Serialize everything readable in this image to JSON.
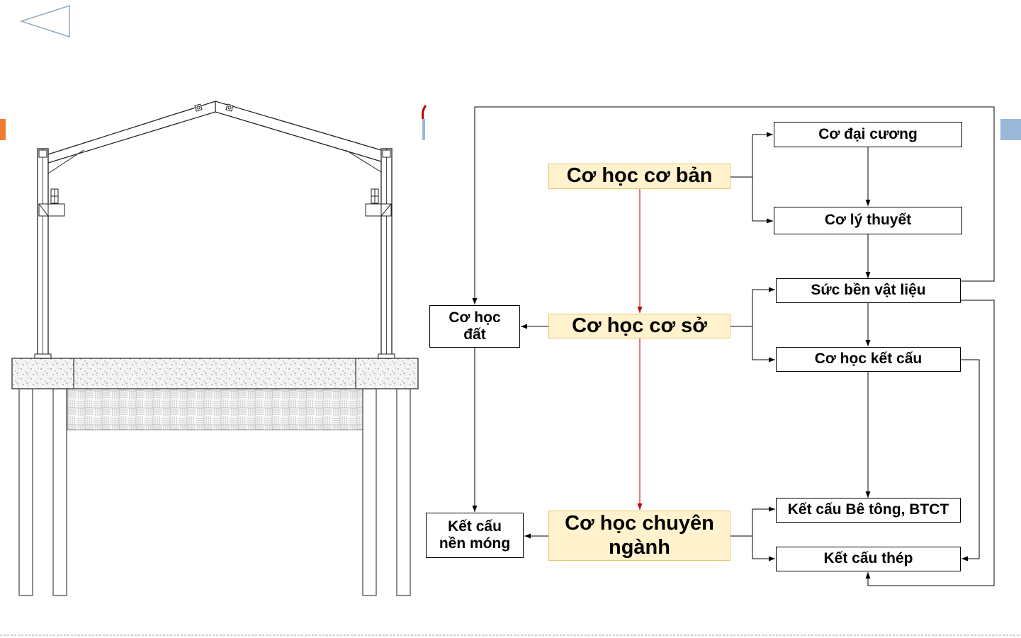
{
  "colors": {
    "box_fill": "#fff2cc",
    "box_border": "#e6c86e",
    "main_flow_arrow": "#c00000",
    "arrow": "#000000",
    "accent_left": "#ed7d31",
    "accent_right": "#9cb8d8"
  },
  "navigation": {
    "prev_icon": "triangle-left-icon"
  },
  "illustration": {
    "icon": "portal-frame-building-section-icon"
  },
  "flowchart": {
    "co_hoc_co_ban": "Cơ học cơ bản",
    "co_hoc_co_so": "Cơ học cơ sở",
    "co_hoc_chuyen_nganh": "Cơ học chuyên\nngành",
    "co_dai_cuong": "Cơ đại cương",
    "co_ly_thuyet": "Cơ lý thuyết",
    "suc_ben_vat_lieu": "Sức bền vật liệu",
    "co_hoc_ket_cau": "Cơ học kết cấu",
    "ket_cau_be_tong": "Kết cấu Bê tông, BTCT",
    "ket_cau_thep": "Kết cấu thép",
    "co_hoc_dat": "Cơ học\nđất",
    "ket_cau_nen_mong": "Kết cấu\nnền móng"
  }
}
